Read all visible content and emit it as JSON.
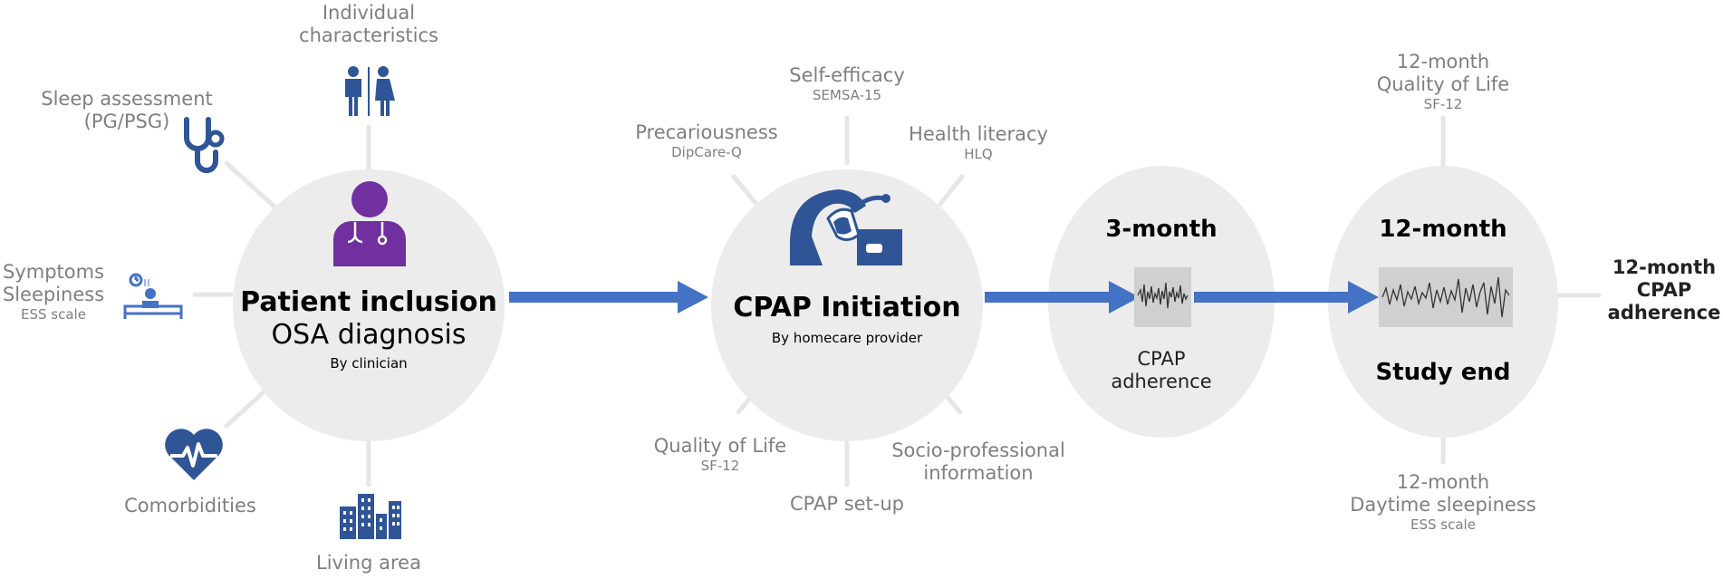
{
  "colors": {
    "accent": "#4472c4",
    "icon_blue": "#2f5597",
    "purple": "#7030a0",
    "circle_fill": "#ececec",
    "spoke": "#e6e6e6",
    "grey_text": "#7f7f7f"
  },
  "inclusion": {
    "title": "Patient inclusion",
    "subtitle": "OSA diagnosis",
    "by": "By clinician",
    "icon": "doctor-icon",
    "factors": [
      {
        "label": "Individual characteristics",
        "icon": "people-icon"
      },
      {
        "label": "Sleep assessment (PG/PSG)",
        "icon": "stethoscope-icon"
      },
      {
        "label": "Symptoms",
        "label2": "Sleepiness",
        "sub": "ESS scale",
        "icon": "sleepy-patient-icon"
      },
      {
        "label": "Comorbidities",
        "icon": "heart-icon"
      },
      {
        "label": "Living area",
        "icon": "buildings-icon"
      }
    ]
  },
  "initiation": {
    "title": "CPAP Initiation",
    "by": "By homecare provider",
    "icon": "cpap-mask-icon",
    "factors": [
      {
        "label": "Precariousness",
        "sub": "DipCare-Q"
      },
      {
        "label": "Self-efficacy",
        "sub": "SEMSA-15"
      },
      {
        "label": "Health literacy",
        "sub": "HLQ"
      },
      {
        "label": "Quality of Life",
        "sub": "SF-12"
      },
      {
        "label": "CPAP set-up"
      },
      {
        "label": "Socio-professional information"
      }
    ]
  },
  "month3": {
    "title": "3-month",
    "text": "CPAP adherence",
    "icon": "waveform-icon"
  },
  "month12": {
    "title": "12-month",
    "end": "Study end",
    "icon": "waveform-icon",
    "factors": [
      {
        "label": "12-month",
        "label2": "Quality of Life",
        "sub": "SF-12"
      },
      {
        "label": "12-month",
        "label2": "Daytime sleepiness",
        "sub": "ESS scale"
      }
    ]
  },
  "final": {
    "line1": "12-month",
    "line2": "CPAP",
    "line3": "adherence"
  }
}
